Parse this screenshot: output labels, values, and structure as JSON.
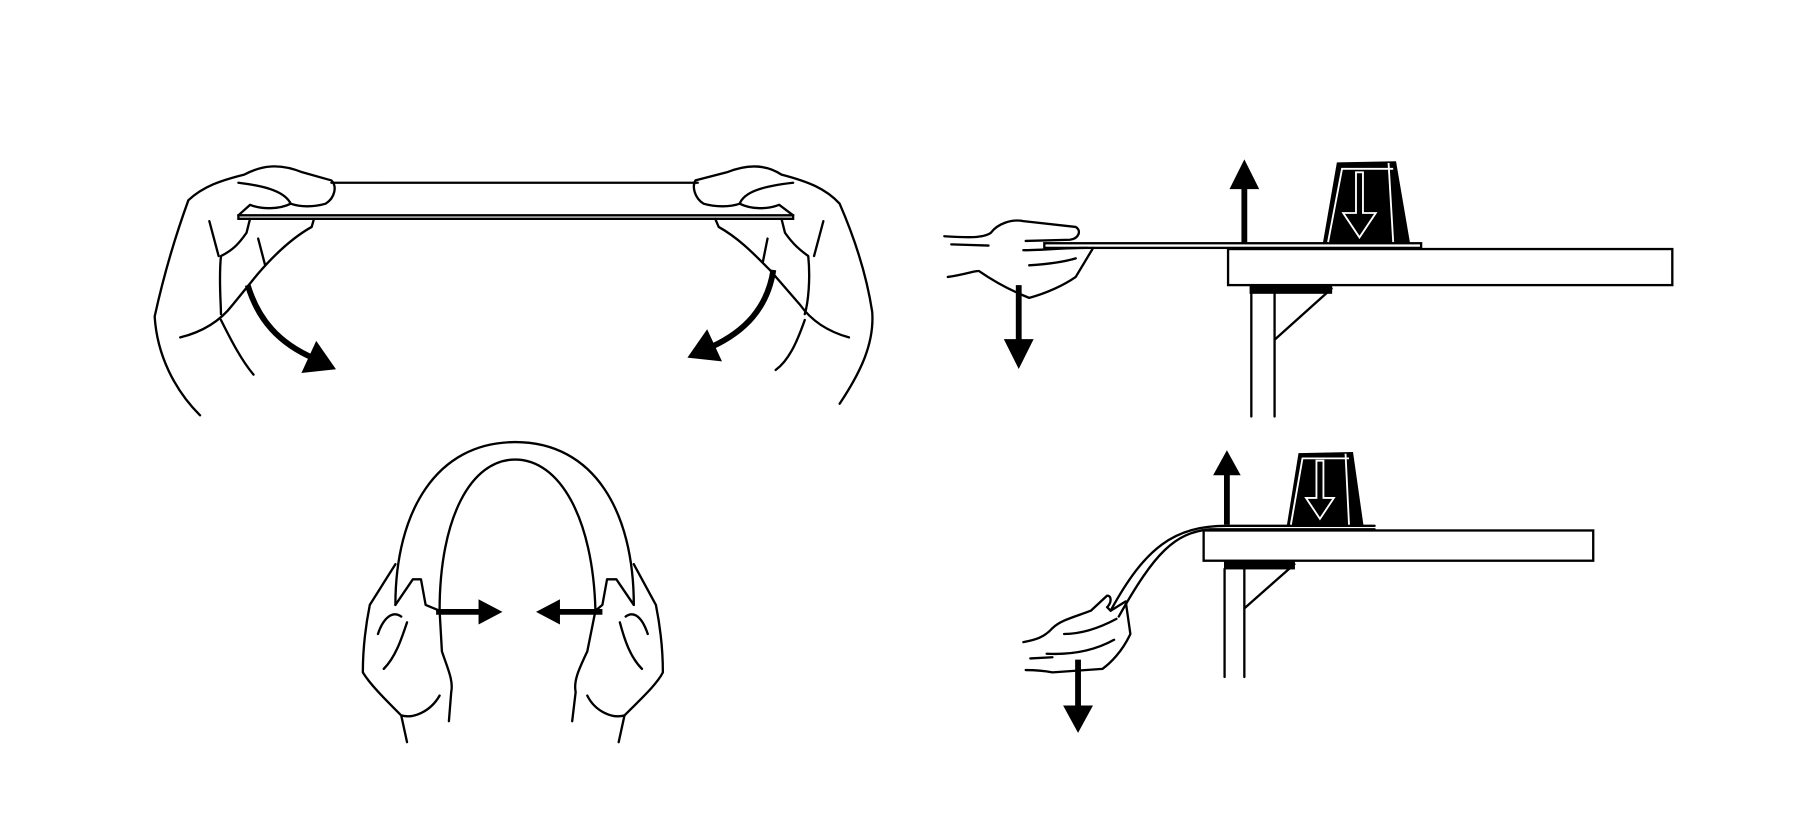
{
  "figure": {
    "panels": [
      {
        "id": "bend-strip-by-hands"
      },
      {
        "id": "arch-strip-squeezed"
      },
      {
        "id": "strip-flat-under-weight"
      },
      {
        "id": "strip-bent-under-weight"
      }
    ],
    "colors": {
      "line": "#000000",
      "background": "#ffffff"
    }
  }
}
